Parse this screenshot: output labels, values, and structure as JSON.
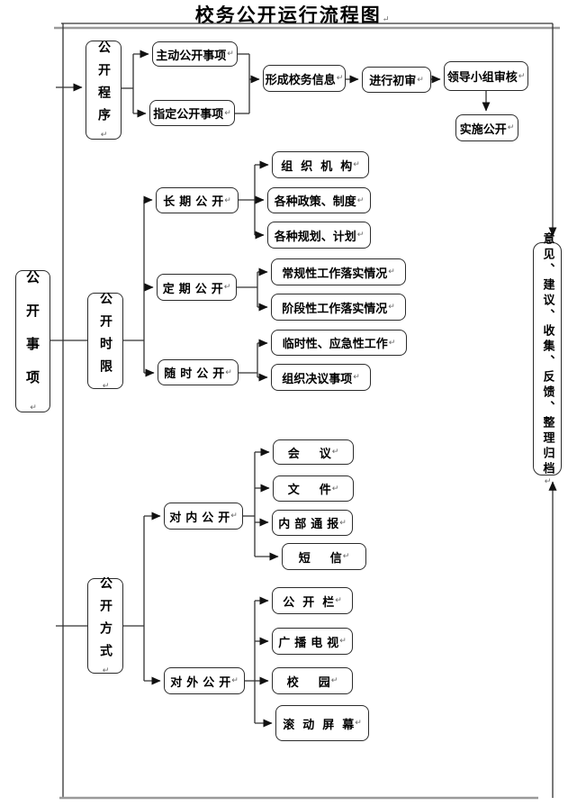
{
  "title": "校务公开运行流程图",
  "marks": {
    "crlf": "↵"
  },
  "root": {
    "label": "公开事项"
  },
  "feedback": {
    "label": "意见、建议、收集、反馈、整理归档"
  },
  "procedure": {
    "label": "公开程序",
    "branches": [
      "主动公开事项",
      "指定公开事项"
    ],
    "flow": [
      "形成校务信息",
      "进行初审",
      "领导小组审核",
      "实施公开"
    ]
  },
  "timing": {
    "label": "公开时限",
    "groups": [
      {
        "label": "长期公开",
        "children": [
          "组织机构",
          "各种政策、制度",
          "各种规划、计划"
        ]
      },
      {
        "label": "定期公开",
        "children": [
          "常规性工作落实情况",
          "阶段性工作落实情况"
        ]
      },
      {
        "label": "随时公开",
        "children": [
          "临时性、应急性工作",
          "组织决议事项"
        ]
      }
    ]
  },
  "method": {
    "label": "公开方式",
    "groups": [
      {
        "label": "对内公开",
        "children": [
          "会议",
          "文件",
          "内部通报",
          "短信"
        ]
      },
      {
        "label": "对外公开",
        "children": [
          "公开栏",
          "广播电视",
          "校园",
          "滚动屏幕"
        ]
      }
    ]
  }
}
